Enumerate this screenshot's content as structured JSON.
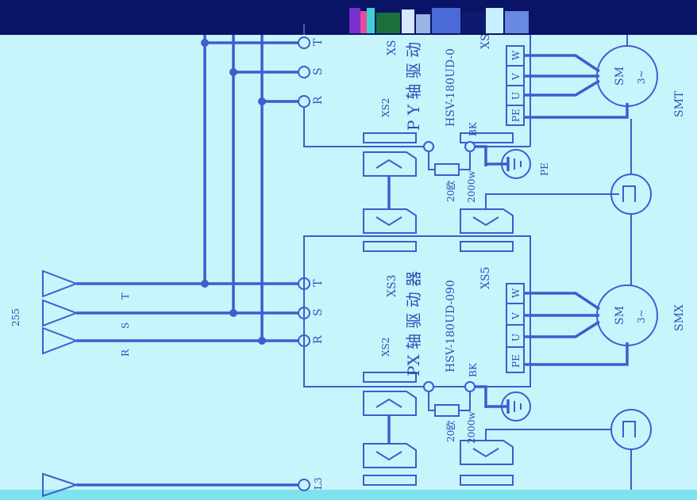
{
  "colors": {
    "background": "#c8f4fb",
    "line": "#3a5fcf",
    "title_bar": "#0a1466",
    "bottom_band": "#7fe3ef"
  },
  "top_driver": {
    "title": "P Y 轴 驱 动",
    "model": "HSV-180UD-0",
    "xs_left": "XS",
    "xs_right": "XS",
    "xs_lower": "XS2"
  },
  "mid_driver": {
    "title": "PX 轴 驱 动 器",
    "model": "HSV-180UD-090",
    "xs_left": "XS3",
    "xs_right": "XS5",
    "xs_lower": "XS2"
  },
  "phases": {
    "t": "T",
    "s": "S",
    "r": "R"
  },
  "bottom_term": "L3",
  "left_labels": {
    "top": "255",
    "r": "R",
    "s": "S",
    "t": "T"
  },
  "motor_terms": {
    "pe": "PE",
    "u": "U",
    "v": "V",
    "w": "W"
  },
  "motor": {
    "sm": "SM",
    "phase": "3~"
  },
  "motors": {
    "top": "SMT",
    "mid": "SMX"
  },
  "resistor": {
    "r1": "20欧",
    "r2": "2000w",
    "r3": "20欧",
    "r4": "2000w",
    "bk": "BK"
  },
  "pe_label": "PE"
}
